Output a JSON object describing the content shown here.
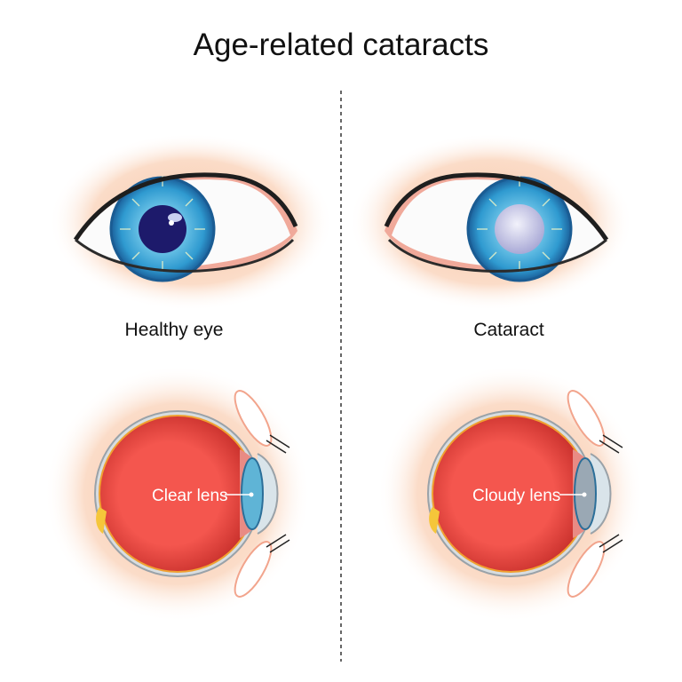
{
  "title": "Age-related cataracts",
  "panels": [
    {
      "label": "Healthy eye",
      "lens_label": "Clear lens"
    },
    {
      "label": "Cataract",
      "lens_label": "Cloudy lens"
    }
  ],
  "colors": {
    "skin": "#f9d2b8",
    "globe": "#f4564e",
    "iris": "#3aa7d8",
    "pupil_healthy": "#1d1a6b",
    "pupil_cataract": "#c9c9ea",
    "lens_clear": "#5fb4d6",
    "lens_cloudy": "#9aa8b4"
  }
}
